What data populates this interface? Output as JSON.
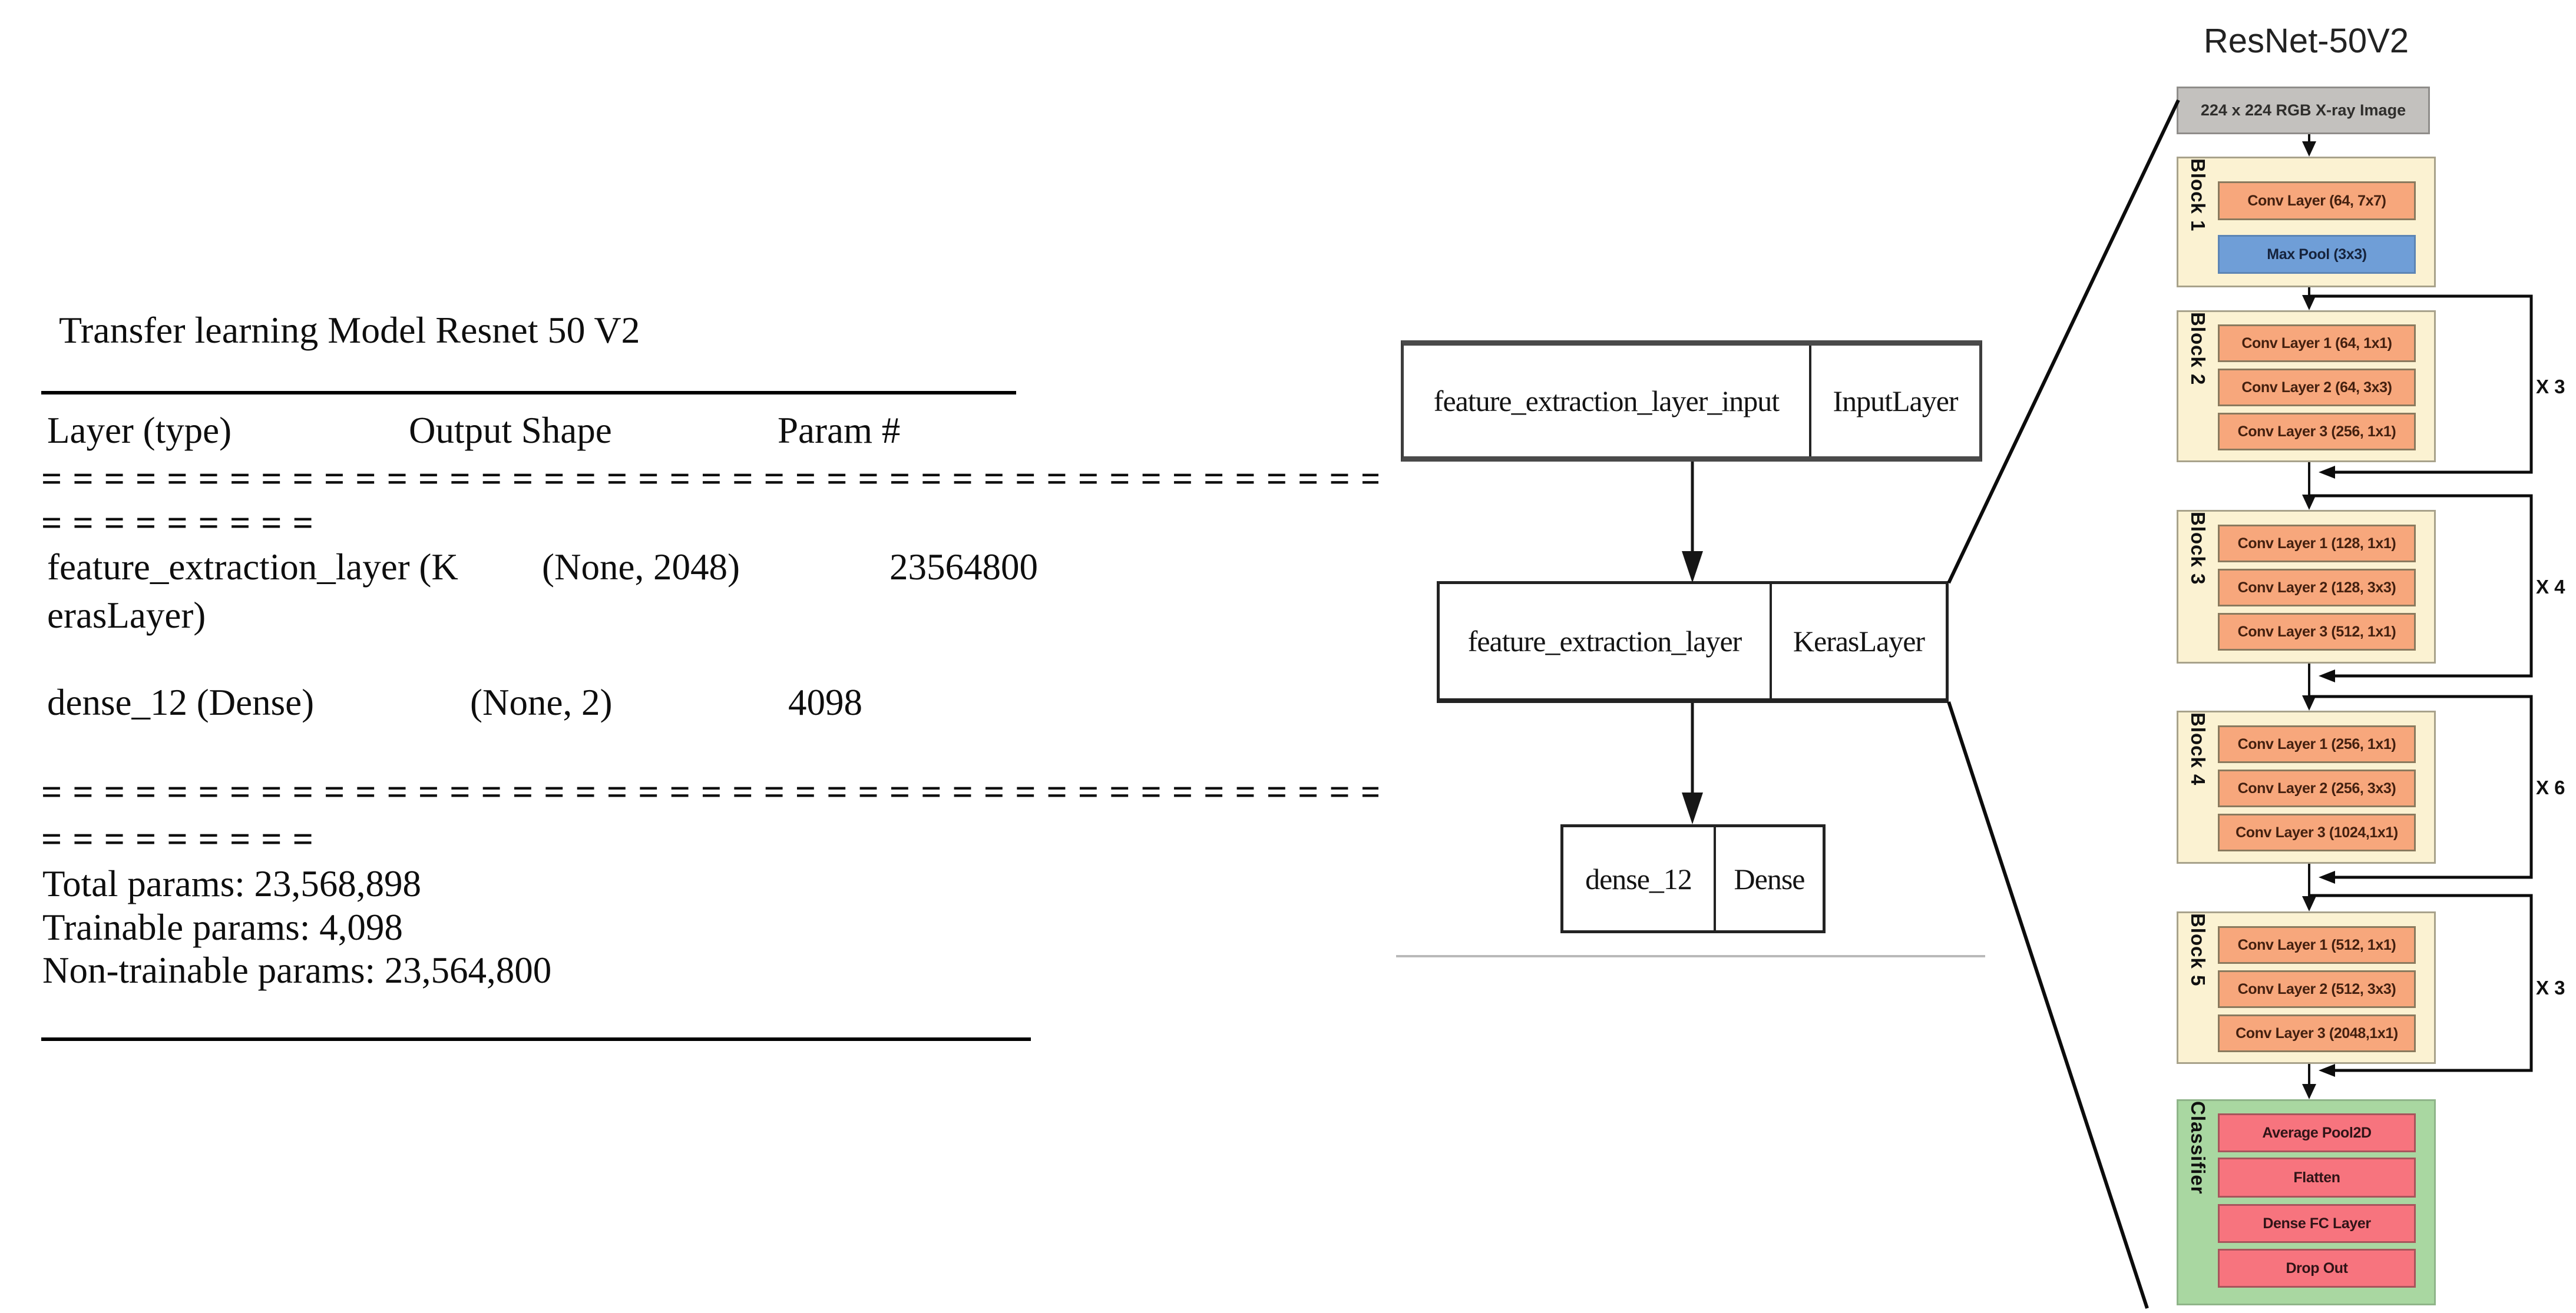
{
  "summary": {
    "title": "Transfer learning Model Resnet 50 V2",
    "header": {
      "layer": "Layer (type)",
      "shape": "Output Shape",
      "params": "Param #"
    },
    "separator_long": "==============================================",
    "separator_short": "=========",
    "rows": [
      {
        "name_line1": "feature_extraction_layer (K",
        "name_line2": "erasLayer)",
        "shape": "(None, 2048)",
        "params": "23564800"
      },
      {
        "name_line1": "dense_12 (Dense)",
        "shape": "(None, 2)",
        "params": "4098"
      }
    ],
    "totals": {
      "total": "Total params: 23,568,898",
      "trainable": "Trainable params: 4,098",
      "non_trainable": "Non-trainable params: 23,564,800"
    }
  },
  "graph": {
    "nodes": [
      {
        "name": "feature_extraction_layer_input",
        "type": "InputLayer"
      },
      {
        "name": "feature_extraction_layer",
        "type": "KerasLayer"
      },
      {
        "name": "dense_12",
        "type": "Dense"
      }
    ]
  },
  "resnet": {
    "title": "ResNet-50V2",
    "input_label": "224 x 224 RGB X-ray Image",
    "blocks": [
      {
        "label": "Block 1",
        "repeat": "",
        "layers": [
          "Conv Layer (64, 7x7)",
          "Max Pool (3x3)"
        ]
      },
      {
        "label": "Block 2",
        "repeat": "X 3",
        "layers": [
          "Conv Layer 1 (64, 1x1)",
          "Conv Layer 2 (64, 3x3)",
          "Conv Layer 3 (256, 1x1)"
        ]
      },
      {
        "label": "Block 3",
        "repeat": "X 4",
        "layers": [
          "Conv Layer 1 (128, 1x1)",
          "Conv Layer 2 (128, 3x3)",
          "Conv Layer 3 (512, 1x1)"
        ]
      },
      {
        "label": "Block 4",
        "repeat": "X 6",
        "layers": [
          "Conv Layer 1 (256, 1x1)",
          "Conv Layer 2 (256, 3x3)",
          "Conv Layer 3 (1024,1x1)"
        ]
      },
      {
        "label": "Block 5",
        "repeat": "X 3",
        "layers": [
          "Conv Layer 1 (512, 1x1)",
          "Conv Layer 2 (512, 3x3)",
          "Conv Layer 3 (2048,1x1)"
        ]
      },
      {
        "label": "Classifier",
        "repeat": "",
        "layers": [
          "Average Pool2D",
          "Flatten",
          "Dense FC Layer",
          "Drop Out"
        ]
      }
    ]
  },
  "colors": {
    "cream": "#fbf2d2",
    "conv_orange": "#f7a77c",
    "pool_blue": "#6f9ed7",
    "classifier_green": "#a9d7a1",
    "classifier_pink": "#f7747e",
    "input_gray": "#c3c1be",
    "line_black": "#111111"
  }
}
